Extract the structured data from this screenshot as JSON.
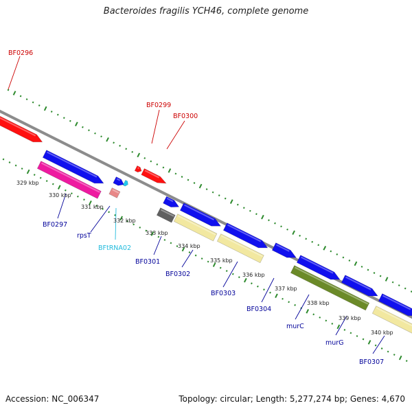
{
  "title": "Bacteroides fragilis YCH46, complete genome",
  "footer": {
    "accession": "Accession: NC_006347",
    "topology": "Topology: circular",
    "length": "Length: 5,277,274 bp",
    "genes": "Genes: 4,670",
    "sep": "; "
  },
  "colors": {
    "backbone": "#8c8c8c",
    "tick": "#2d8a2d",
    "red_gene": "#ff1010",
    "blue_gene": "#1010ee",
    "magenta_gene": "#ee1aa0",
    "pink_gene": "#e88888",
    "cyan_gene": "#20c8ee",
    "gray_gene": "#606060",
    "yellow_gene": "#f2e8a0",
    "olive_gene": "#6b8a28",
    "label_red": "#cc0000",
    "label_blue": "#000099",
    "label_cyan": "#22bbdd"
  },
  "kbp_labels": [
    "329 kbp",
    "330 kbp",
    "331 kbp",
    "332 kbp",
    "333 kbp",
    "334 kbp",
    "335 kbp",
    "336 kbp",
    "337 kbp",
    "338 kbp",
    "339 kbp",
    "340 kbp"
  ],
  "gene_labels": [
    {
      "text": "BF0296",
      "color": "label_red"
    },
    {
      "text": "BF0299",
      "color": "label_red"
    },
    {
      "text": "BF0300",
      "color": "label_red"
    },
    {
      "text": "BF0297",
      "color": "label_blue"
    },
    {
      "text": "rpsT",
      "color": "label_blue"
    },
    {
      "text": "BFtRNA02",
      "color": "label_cyan"
    },
    {
      "text": "BF0301",
      "color": "label_blue"
    },
    {
      "text": "BF0302",
      "color": "label_blue"
    },
    {
      "text": "BF0303",
      "color": "label_blue"
    },
    {
      "text": "BF0304",
      "color": "label_blue"
    },
    {
      "text": "murC",
      "color": "label_blue"
    },
    {
      "text": "murG",
      "color": "label_blue"
    },
    {
      "text": "BF0307",
      "color": "label_blue"
    }
  ]
}
